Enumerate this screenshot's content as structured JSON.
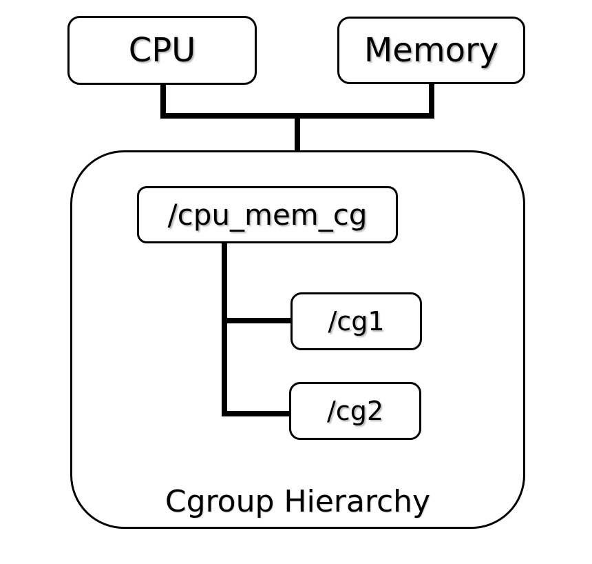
{
  "diagram": {
    "title": "Cgroup Hierarchy",
    "nodes": {
      "cpu": {
        "label": "CPU",
        "type": "controller"
      },
      "memory": {
        "label": "Memory",
        "type": "controller"
      },
      "root_cgroup": {
        "label": "/cpu_mem_cg",
        "type": "cgroup"
      },
      "cg1": {
        "label": "/cg1",
        "type": "cgroup"
      },
      "cg2": {
        "label": "/cg2",
        "type": "cgroup"
      }
    },
    "container": {
      "label": "Cgroup Hierarchy",
      "contains": [
        "/cpu_mem_cg",
        "/cg1",
        "/cg2"
      ]
    },
    "edges": [
      {
        "from": "CPU",
        "to": "Cgroup Hierarchy"
      },
      {
        "from": "Memory",
        "to": "Cgroup Hierarchy"
      },
      {
        "from": "/cpu_mem_cg",
        "to": "/cg1"
      },
      {
        "from": "/cpu_mem_cg",
        "to": "/cg2"
      }
    ],
    "colors": {
      "stroke": "#000000",
      "node_fill": "#ffffff",
      "background": "#ffffff"
    }
  }
}
